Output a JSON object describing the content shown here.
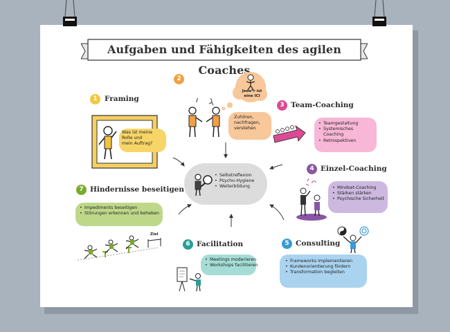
{
  "title": "Aufgaben und Fähigkeiten des agilen Coaches",
  "center": {
    "items": [
      "Selbstreflexion",
      "Psycho-Hygiene",
      "Weiterbildung"
    ]
  },
  "thought": {
    "text": "Jede*r ist eine ICI"
  },
  "listening": {
    "lines": [
      "Zuhören,",
      "nachfragen,",
      "verstehen"
    ]
  },
  "sections": {
    "framing": {
      "number": "1",
      "title": "Framing",
      "bubble_lines": [
        "Was ist meine",
        "Rolle und",
        "mein Auftrag?"
      ]
    },
    "listen": {
      "number": "2"
    },
    "team": {
      "number": "3",
      "title": "Team-Coaching",
      "items": [
        "Teamgestaltung",
        "Systemisches Coaching",
        "Retrospektiven"
      ]
    },
    "einzel": {
      "number": "4",
      "title": "Einzel-Coaching",
      "items": [
        "Mindset-Coaching",
        "Stärken stärken",
        "Psychische Sicherheit"
      ]
    },
    "consulting": {
      "number": "5",
      "title": "Consulting",
      "items": [
        "Frameworks implementieren",
        "Kundenorientierung fördern",
        "Transformation begleiten"
      ]
    },
    "facilitation": {
      "number": "6",
      "title": "Facilitation",
      "items": [
        "Meetings moderieren",
        "Workshops facilitieren"
      ]
    },
    "hindernisse": {
      "number": "7",
      "title": "Hindernisse beseitigen",
      "items": [
        "Impediments beseitigen",
        "Störungen erkennen und beheben"
      ],
      "flag": "Ziel"
    }
  },
  "colors": {
    "background": "#a9b3bd",
    "poster": "#ffffff",
    "yellow": "#f2c641",
    "orange": "#f1a043",
    "pink": "#dc4a95",
    "purple": "#8a55a3",
    "blue": "#3a9ad6",
    "teal": "#2a9e94",
    "green": "#7aab2d",
    "peach": "#f8c79a",
    "lightpink": "#f8b7d6",
    "lightpurple": "#cdb9e0",
    "lightblue": "#a9d3ef",
    "lightteal": "#a5ddd6",
    "lightgreen": "#bed88a",
    "gray": "#dcdcdc"
  }
}
